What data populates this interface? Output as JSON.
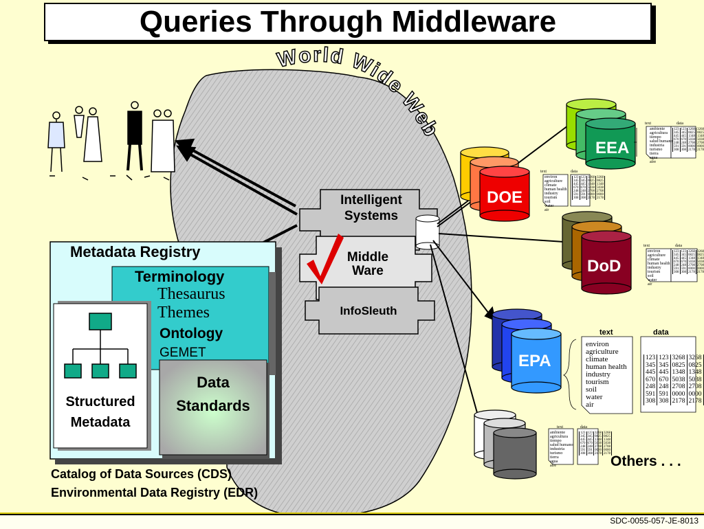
{
  "title": "Queries Through Middleware",
  "www_label": "World Wide Web",
  "middleware": {
    "top": "Intelligent Systems",
    "middle": "Middle Ware",
    "bottom": "InfoSleuth"
  },
  "registry": {
    "title": "Metadata Registry",
    "terminology": "Terminology",
    "thesaurus": "Thesaurus",
    "themes": "Themes",
    "ontology": "Ontology",
    "gemet": "GEMET",
    "data_standards": "Data Standards",
    "structured_metadata": "Structured Metadata"
  },
  "captions": {
    "line1": "Catalog of Data Sources (CDS)",
    "line2": "Environmental Data Registry (EDR)"
  },
  "databases": {
    "eea": "EEA",
    "doe": "DOE",
    "dod": "DoD",
    "epa": "EPA",
    "others": "Others . . ."
  },
  "doc": {
    "text_header": "text",
    "data_header": "data",
    "small_text_en": [
      "environ",
      "agriculture",
      "climate",
      "human health",
      "industry",
      "tourism",
      "soil",
      "water",
      "air"
    ],
    "small_text_es": [
      "ambiente",
      "agricultura",
      "tiempo",
      "salud humano",
      "industria",
      "turismo",
      "tierra",
      "agua",
      "aire"
    ],
    "epa_text": [
      "environ",
      "agriculture",
      "climate",
      "human health",
      "industry",
      "tourism",
      "soil",
      "water",
      "air"
    ],
    "epa_table": [
      [
        "123",
        "123",
        "3268",
        "3268"
      ],
      [
        "345",
        "345",
        "0825",
        "0825"
      ],
      [
        "445",
        "445",
        "1348",
        "1348"
      ],
      [
        "670",
        "670",
        "5038",
        "5038"
      ],
      [
        "248",
        "248",
        "2708",
        "2708"
      ],
      [
        "591",
        "591",
        "0000",
        "0000"
      ],
      [
        "308",
        "308",
        "2178",
        "2178"
      ]
    ]
  },
  "footer_code": "SDC-0055-057-JE-8013",
  "colors": {
    "background": "#fefed0",
    "cloud": "#c8c8c8",
    "registry_bg": "#d8fcfc",
    "terminology_bg": "#33cccc",
    "node_green": "#11aa88",
    "eea": "#119955",
    "doe": "#ee0000",
    "dod": "#880022",
    "epa": "#2233ee",
    "others": "#666666"
  }
}
